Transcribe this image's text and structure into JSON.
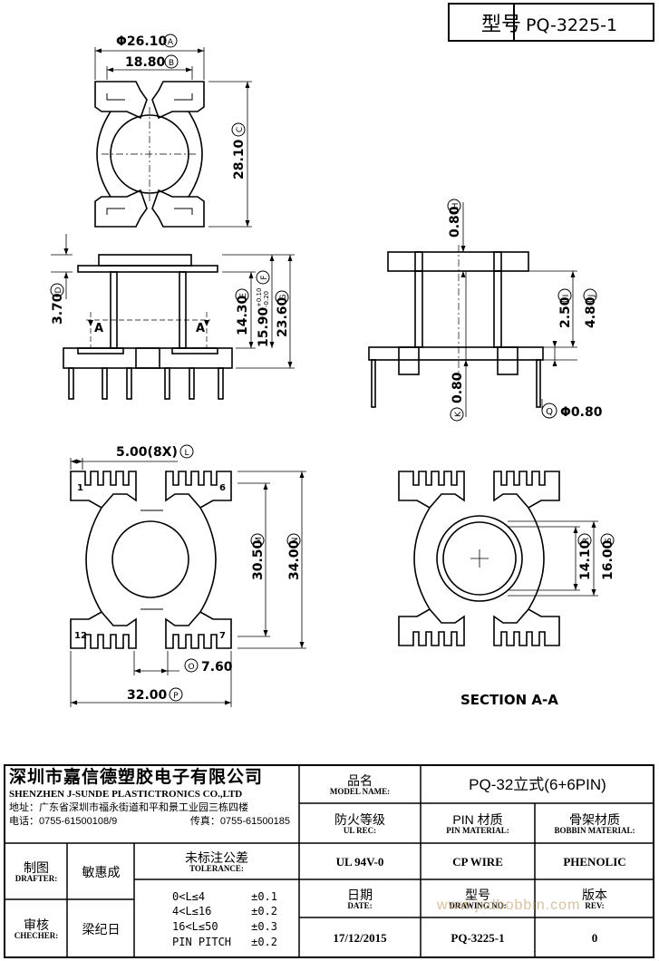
{
  "header": {
    "model_label": "型号",
    "model_value": "PQ-3225-1"
  },
  "drawing": {
    "top_view": {
      "dims": {
        "a": "Φ26.10",
        "b": "18.80",
        "c": "28.10"
      },
      "circle_a": "A",
      "circle_b": "B",
      "circle_c": "C"
    },
    "front_view": {
      "dims": {
        "d": "3.70",
        "e": "14.30",
        "f": "15.90",
        "f_tol_plus": "+0.10",
        "f_tol_minus": "-0.20",
        "g": "23.60"
      },
      "circle_d": "D",
      "circle_e": "E",
      "circle_f": "F",
      "circle_g": "G",
      "section_mark": "A"
    },
    "side_view": {
      "dims": {
        "h": "0.80",
        "i": "2.50",
        "j": "4.80",
        "k": "0.80",
        "q": "Φ0.80"
      },
      "circle_h": "H",
      "circle_i": "I",
      "circle_j": "J",
      "circle_k": "K",
      "circle_q": "Q"
    },
    "bottom_view": {
      "dims": {
        "l": "5.00(8X)",
        "m": "30.50",
        "n": "34.00",
        "o": "7.60",
        "p": "32.00"
      },
      "circle_l": "L",
      "circle_m": "M",
      "circle_n": "N",
      "circle_o": "O",
      "circle_p": "P",
      "pin_1": "1",
      "pin_6": "6",
      "pin_7": "7",
      "pin_12": "12"
    },
    "section_view": {
      "dims": {
        "r": "14.10",
        "s": "16.00"
      },
      "circle_r": "R",
      "circle_s": "S",
      "caption": "SECTION A-A"
    }
  },
  "title_block": {
    "company_cn": "深圳市嘉信德塑胶电子有限公司",
    "company_en": "SHENZHEN J-SUNDE PLASTICTRONICS CO.,LTD",
    "address": "地址：广东省深圳市福永街道和平和景工业园三栋四楼",
    "phone": "电话：0755-61500108/9",
    "fax": "传真：0755-61500185",
    "model_name_cn": "品名",
    "model_name_en": "MODEL NAME:",
    "model_name_value": "PQ-32立式(6+6PIN)",
    "fire_rating_cn": "防火等级",
    "fire_rating_en": "UL REC:",
    "fire_rating_value": "UL 94V-0",
    "pin_material_cn": "PIN 材质",
    "pin_material_en": "PIN MATERIAL:",
    "pin_material_value": "CP WIRE",
    "bobbin_material_cn": "骨架材质",
    "bobbin_material_en": "BOBBIN MATERIAL:",
    "bobbin_material_value": "PHENOLIC",
    "drafter_cn": "制图",
    "drafter_en": "DRAFTER:",
    "drafter_value": "敏惠成",
    "checker_cn": "审核",
    "checker_en": "CHECHER:",
    "checker_value": "梁纪日",
    "tolerance_cn": "未标注公差",
    "tolerance_en": "TOLERANCE:",
    "tolerance_rows": [
      {
        "range": "0<L≤4",
        "tol": "±0.1"
      },
      {
        "range": "4<L≤16",
        "tol": "±0.2"
      },
      {
        "range": "16<L≤50",
        "tol": "±0.3"
      },
      {
        "range": "PIN PITCH",
        "tol": "±0.2"
      }
    ],
    "date_cn": "日期",
    "date_en": "DATE:",
    "date_value": "17/12/2015",
    "drawing_no_cn": "型号",
    "drawing_no_en": "DRAWING NO:",
    "drawing_no_value": "PQ-3225-1",
    "rev_cn": "版本",
    "rev_en": "REV:",
    "rev_value": "0",
    "watermark": "www.jxdbobbin.com"
  }
}
